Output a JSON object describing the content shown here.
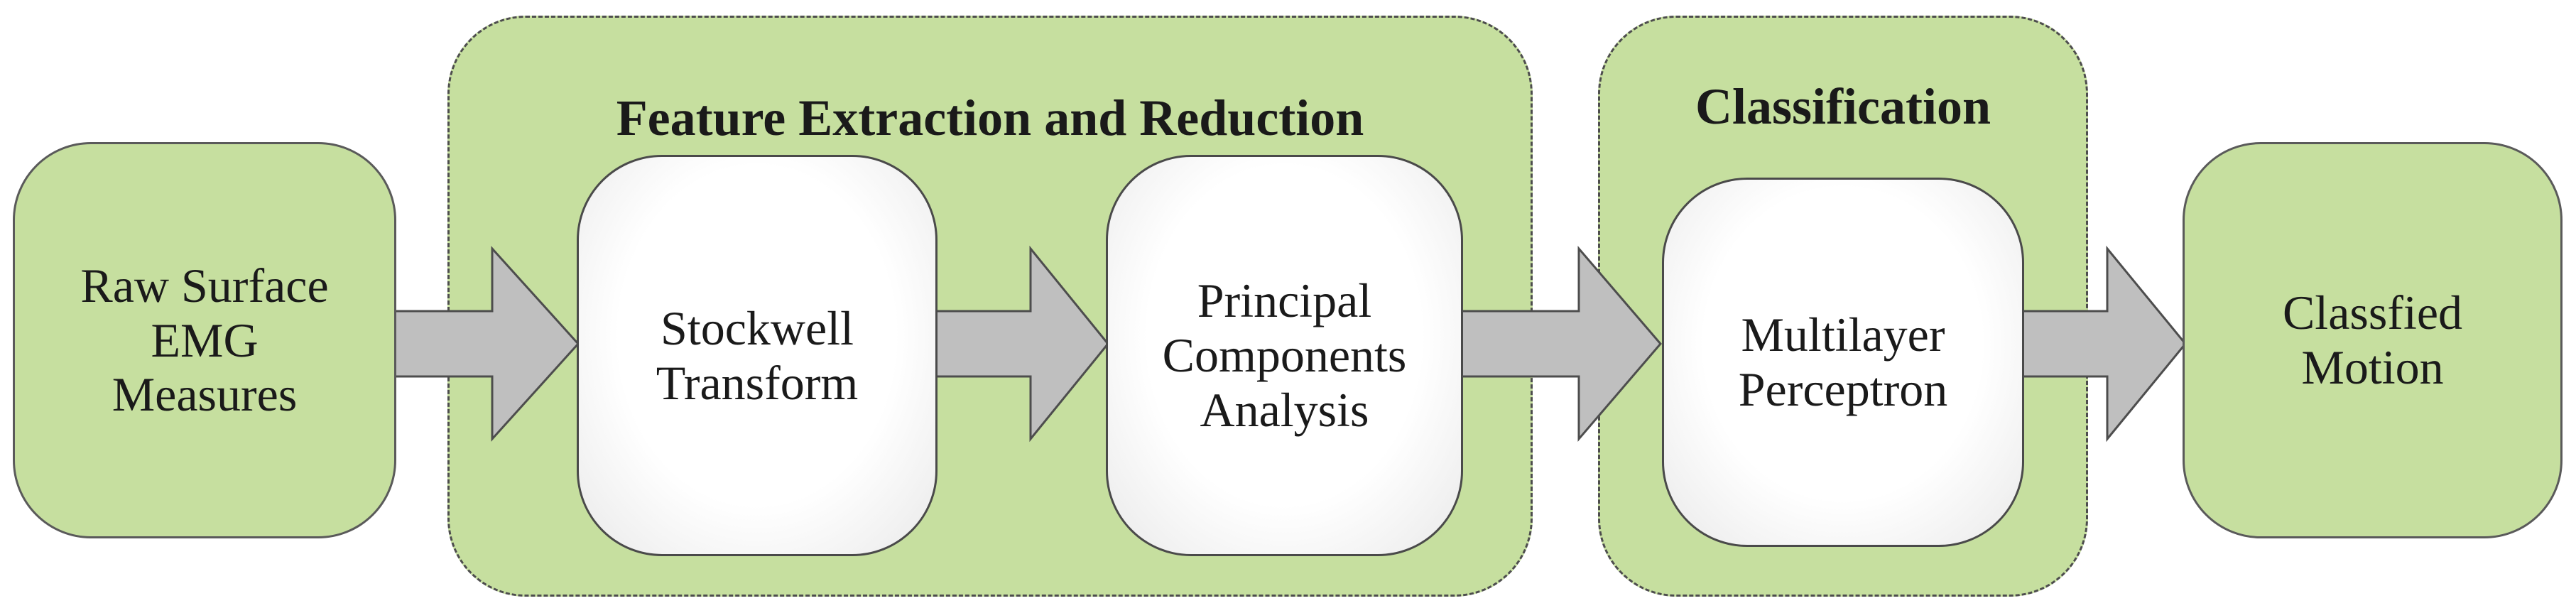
{
  "colors": {
    "green_fill": "#c6df9f",
    "white_fill": "#ffffff",
    "arrow_fill": "#bfbfbf",
    "border": "#4d4d4d"
  },
  "groups": {
    "feature": {
      "title": "Feature Extraction and Reduction"
    },
    "classification": {
      "title": "Classification"
    }
  },
  "nodes": {
    "input": {
      "label": "Raw Surface\nEMG\nMeasures"
    },
    "stockwell": {
      "label": "Stockwell\nTransform"
    },
    "pca": {
      "label": "Principal\nComponents\nAnalysis"
    },
    "mlp": {
      "label": "Multilayer\nPerceptron"
    },
    "output": {
      "label": "Classfied\nMotion"
    }
  }
}
